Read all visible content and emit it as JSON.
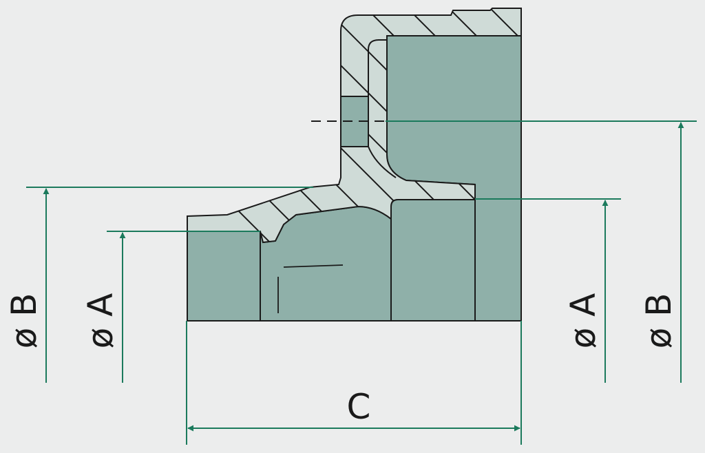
{
  "colors": {
    "background": "#eceded",
    "section_fill": "#8fb0a9",
    "hatch_fill": "#cfdbd7",
    "outline": "#1a1a1a",
    "dimension": "#1b7a5c"
  },
  "labels": {
    "dia_b_left": "ø B",
    "dia_a_left": "ø A",
    "dia_a_right": "ø A",
    "dia_b_right": "ø B",
    "length_c": "C"
  }
}
